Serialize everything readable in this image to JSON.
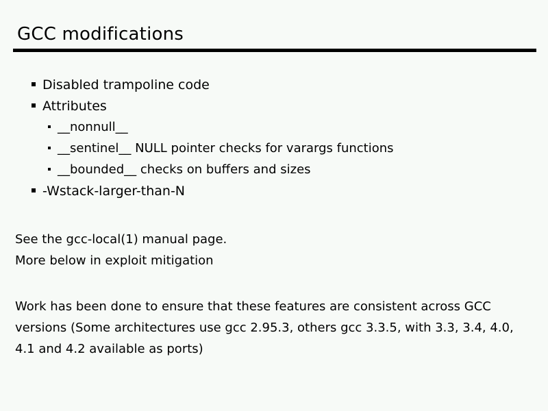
{
  "slide": {
    "title": "GCC modifications",
    "background_color": "#f7faf7",
    "text_color": "#000000",
    "rule_color": "#000000",
    "bullets": [
      {
        "level": 1,
        "text": "Disabled trampoline code",
        "marker": "square-bullet"
      },
      {
        "level": 1,
        "text": "Attributes",
        "marker": "square-bullet"
      },
      {
        "level": 2,
        "text": "__nonnull__",
        "marker": "small-square-bullet"
      },
      {
        "level": 2,
        "text": "__sentinel__ NULL pointer checks for varargs functions",
        "marker": "small-square-bullet"
      },
      {
        "level": 2,
        "text": "__bounded__ checks on buffers and sizes",
        "marker": "small-square-bullet"
      },
      {
        "level": 1,
        "text": "-Wstack-larger-than-N",
        "marker": "square-bullet"
      }
    ],
    "notes": [
      "See the gcc-local(1) manual page.",
      "More below in exploit mitigation"
    ],
    "paragraph": "Work has been done to ensure that these features are consistent across GCC versions (Some architectures use gcc 2.95.3, others gcc 3.3.5, with 3.3, 3.4, 4.0, 4.1 and 4.2 available as ports)"
  }
}
